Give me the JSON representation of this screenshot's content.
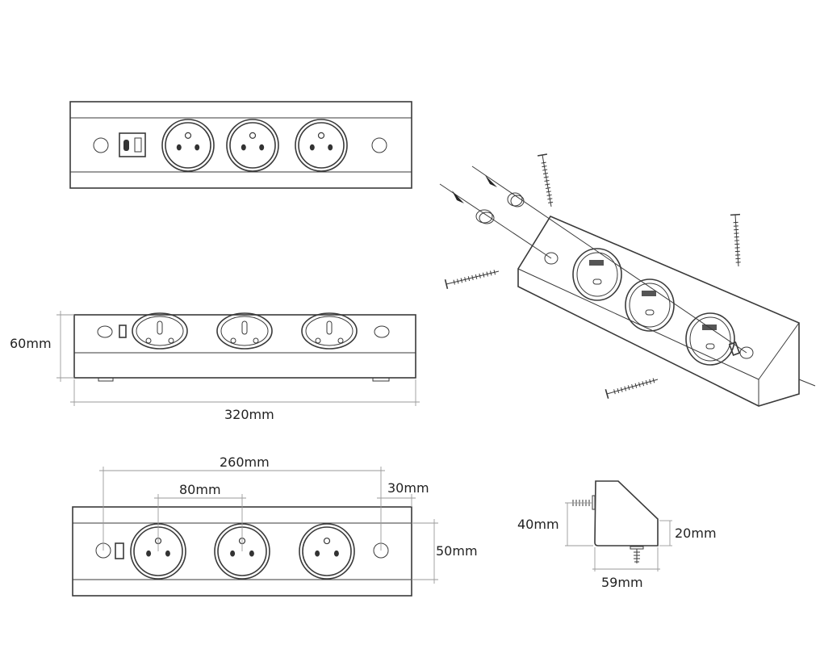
{
  "dimensions": {
    "height_side": "60mm",
    "length": "320mm",
    "hole_spacing": "260mm",
    "socket_spacing": "80mm",
    "end_offset": "30mm",
    "face_height": "50mm",
    "profile_back_height": "40mm",
    "profile_front_height": "20mm",
    "profile_depth": "59mm"
  },
  "colors": {
    "line": "#3a3a3a",
    "dimension": "#9a9a9a"
  }
}
